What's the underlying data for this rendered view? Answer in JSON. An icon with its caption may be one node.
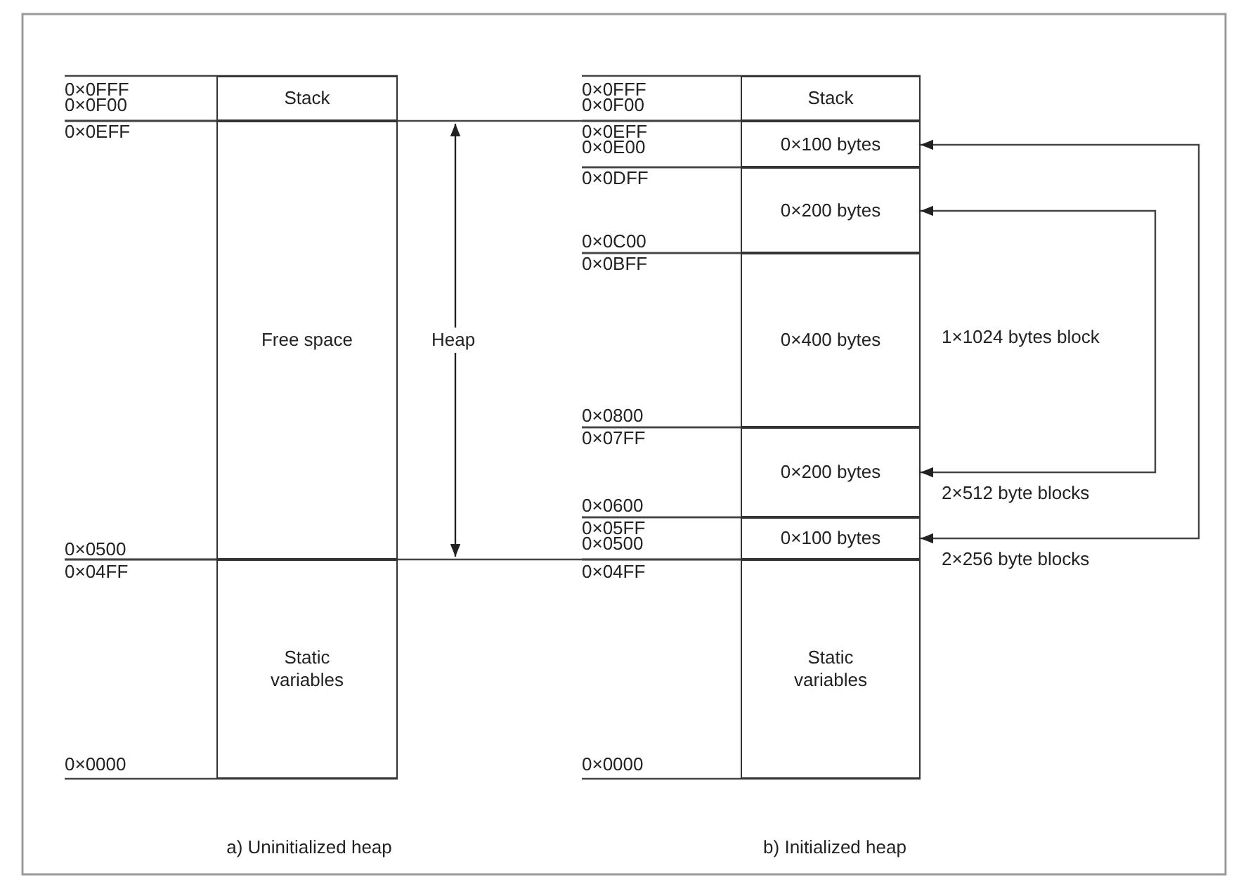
{
  "diagram": {
    "nodes": [
      {
        "text": [
          "Stack"
        ],
        "beside": [
          "0×0FFF",
          "0×0F00"
        ]
      },
      {
        "text": [
          "Free space"
        ]
      },
      {
        "text": [
          "Static variables"
        ]
      },
      {
        "text": [
          "Stack"
        ],
        "beside": [
          "0×0FFF",
          "0×0F00"
        ]
      },
      {
        "text": [
          "0×100 bytes"
        ]
      },
      {
        "text": [
          "0×200 bytes"
        ]
      },
      {
        "text": [
          "0×400 bytes"
        ]
      },
      {
        "text": [
          "0×200 bytes"
        ]
      },
      {
        "text": [
          "0×100 bytes"
        ]
      },
      {
        "text": [
          "Static variables"
        ]
      }
    ],
    "edges": [
      {
        "from": 5,
        "to": 7,
        "arrow": "both"
      },
      {
        "from": 4,
        "to": 8,
        "arrow": "both"
      }
    ],
    "labels": [
      "0×0EFF",
      "0×0500",
      "0×04FF",
      "0×0000",
      "Heap",
      "0×0EFF",
      "0×0E00",
      "0×0DFF",
      "0×0C00",
      "0×0BFF",
      "0×0800",
      "0×07FF",
      "0×0600",
      "0×05FF",
      "0×0500",
      "0×04FF",
      "0×0000",
      "1×1024 bytes block",
      "2×512 byte blocks",
      "2×256 byte blocks",
      "a) Uninitialized heap",
      "b) Initialized heap"
    ]
  }
}
